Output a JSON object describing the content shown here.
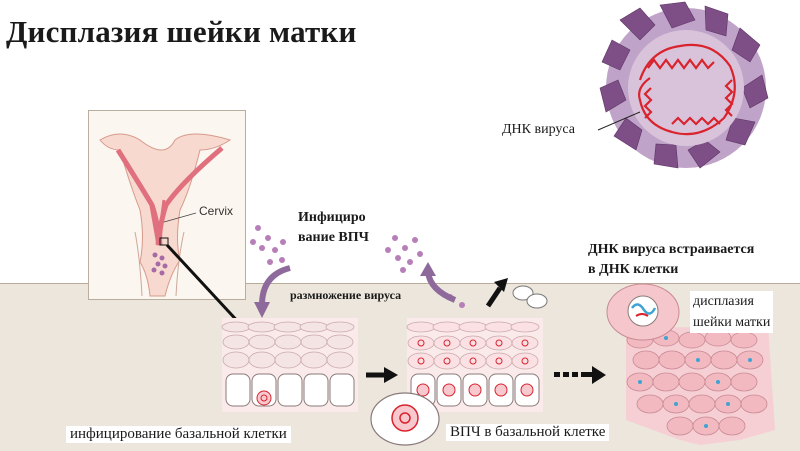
{
  "title": "Дисплазия шейки матки",
  "labels": {
    "virus_dna": "ДНК вируса",
    "cervix": "Cervix",
    "infection": "Инфициро\nвание ВПЧ",
    "replication": "размножение вируса",
    "integration": "ДНК вируса встраивается\nв ДНК клетки",
    "dysplasia": "дисплазия\nшейки матки",
    "basal_infection": "инфицирование базальной клетки",
    "hpv_in_basal": "ВПЧ в базальной клетке"
  },
  "colors": {
    "virus_purple": "#8a5a8e",
    "dna_red": "#d9232d",
    "cell_pink": "#f3b9c0",
    "band_beige": "#ece6dc"
  }
}
